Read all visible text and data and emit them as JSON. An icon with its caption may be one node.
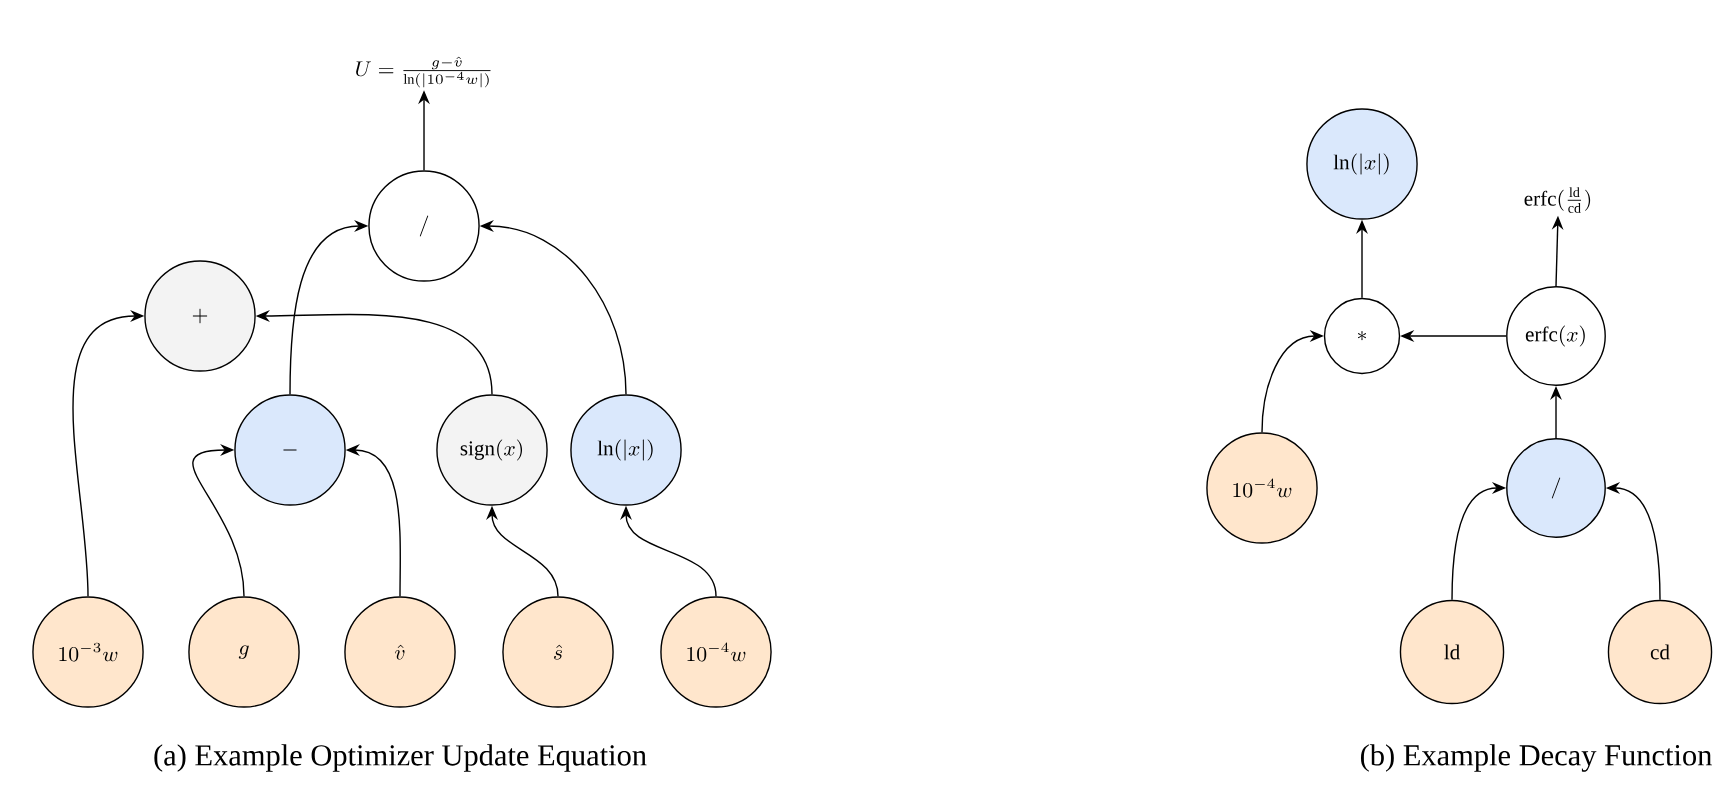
{
  "diagram": {
    "nodes": [
      {
        "text": [
          "U = \\frac{g - \\hat{v}}{\\ln(|10^{-4}w|)}"
        ]
      },
      {
        "text": [
          "/"
        ]
      },
      {
        "text": [
          "+"
        ]
      },
      {
        "text": [
          "-"
        ]
      },
      {
        "text": [
          "\\mathrm{sign}(x)"
        ]
      },
      {
        "text": [
          "\\ln(|x|)"
        ]
      },
      {
        "text": [
          "10^{-3}w"
        ]
      },
      {
        "text": [
          "g"
        ]
      },
      {
        "text": [
          "\\hat{v}"
        ]
      },
      {
        "text": [
          "\\hat{s}"
        ]
      },
      {
        "text": [
          "10^{-4}w"
        ]
      },
      {
        "text": [
          "\\ln(|x|)"
        ]
      },
      {
        "text": [
          "\\mathrm{erfc}(\\frac{\\mathrm{ld}}{\\mathrm{cd}})"
        ]
      },
      {
        "text": [
          "*"
        ]
      },
      {
        "text": [
          "\\mathrm{erfc}(x)"
        ]
      },
      {
        "text": [
          "10^{-4}w"
        ]
      },
      {
        "text": [
          "/"
        ]
      },
      {
        "text": [
          "\\mathrm{ld}"
        ]
      },
      {
        "text": [
          "\\mathrm{cd}"
        ]
      }
    ],
    "edges": [
      {
        "from": 1,
        "to": 0,
        "arrow": "to"
      },
      {
        "from": 3,
        "to": 1,
        "arrow": "to"
      },
      {
        "from": 5,
        "to": 1,
        "arrow": "to"
      },
      {
        "from": 4,
        "to": 2,
        "arrow": "to"
      },
      {
        "from": 6,
        "to": 2,
        "arrow": "to"
      },
      {
        "from": 7,
        "to": 3,
        "arrow": "to"
      },
      {
        "from": 8,
        "to": 3,
        "arrow": "to"
      },
      {
        "from": 9,
        "to": 4,
        "arrow": "to"
      },
      {
        "from": 10,
        "to": 5,
        "arrow": "to"
      },
      {
        "from": 13,
        "to": 11,
        "arrow": "to"
      },
      {
        "from": 14,
        "to": 12,
        "arrow": "to"
      },
      {
        "from": 14,
        "to": 13,
        "arrow": "to"
      },
      {
        "from": 15,
        "to": 13,
        "arrow": "to"
      },
      {
        "from": 16,
        "to": 14,
        "arrow": "to"
      },
      {
        "from": 17,
        "to": 16,
        "arrow": "to"
      },
      {
        "from": 18,
        "to": 16,
        "arrow": "to"
      }
    ],
    "labels": [
      "(a) Example Optimizer Update Equation",
      "(b) Example Decay Function"
    ]
  }
}
